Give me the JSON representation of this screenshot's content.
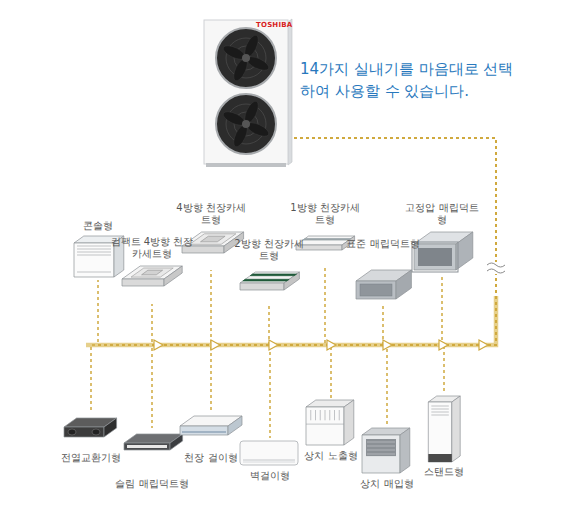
{
  "diagram": {
    "title": "14가지 실내기를 마음대로 선택하여 사용할 수 있습니다.",
    "nodes": [
      {
        "text": [
          "TOSHIBA"
        ]
      },
      {
        "text": [
          "콘솔형"
        ]
      },
      {
        "text": [
          "컴팩트 4방향 천장카세트형"
        ]
      },
      {
        "text": [
          "4방향 천장카세트형"
        ]
      },
      {
        "text": [
          "2방향 천장카세트형"
        ]
      },
      {
        "text": [
          "1방향 천장카세트형"
        ]
      },
      {
        "text": [
          "표준 매립덕트형"
        ]
      },
      {
        "text": [
          "고정압 매립덕트형"
        ]
      },
      {
        "text": [
          "전열교환기형"
        ]
      },
      {
        "text": [
          "슬림 매립덕트형"
        ]
      },
      {
        "text": [
          "천장 걸이형"
        ]
      },
      {
        "text": [
          "벽걸이형"
        ]
      },
      {
        "text": [
          "상치 노출형"
        ]
      },
      {
        "text": [
          "상치 매입형"
        ]
      },
      {
        "text": [
          "스탠드형"
        ]
      }
    ],
    "edges": [
      {
        "from": 0,
        "to": 1,
        "arrow": "none"
      },
      {
        "from": 0,
        "to": 2,
        "arrow": "none"
      },
      {
        "from": 0,
        "to": 3,
        "arrow": "none"
      },
      {
        "from": 0,
        "to": 4,
        "arrow": "none"
      },
      {
        "from": 0,
        "to": 5,
        "arrow": "none"
      },
      {
        "from": 0,
        "to": 6,
        "arrow": "none"
      },
      {
        "from": 0,
        "to": 7,
        "arrow": "none"
      },
      {
        "from": 0,
        "to": 8,
        "arrow": "none"
      },
      {
        "from": 0,
        "to": 9,
        "arrow": "none"
      },
      {
        "from": 0,
        "to": 10,
        "arrow": "none"
      },
      {
        "from": 0,
        "to": 11,
        "arrow": "none"
      },
      {
        "from": 0,
        "to": 12,
        "arrow": "none"
      },
      {
        "from": 0,
        "to": 13,
        "arrow": "none"
      },
      {
        "from": 0,
        "to": 14,
        "arrow": "none"
      }
    ]
  }
}
